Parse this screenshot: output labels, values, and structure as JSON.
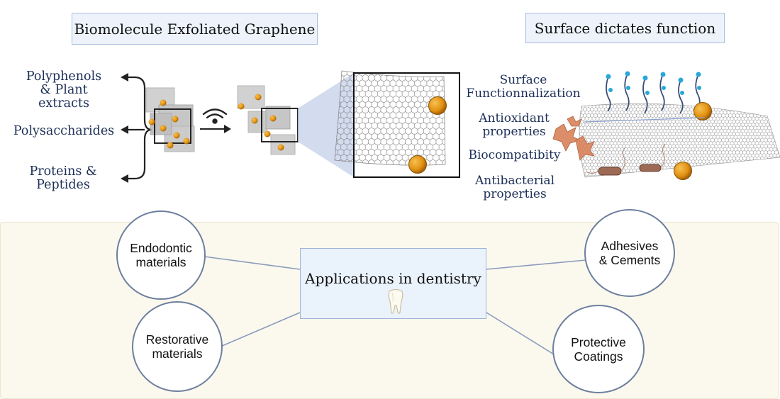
{
  "titles": {
    "left": "Biomolecule Exfoliated Graphene",
    "right": "Surface dictates function"
  },
  "sources": {
    "polyphenols": "Polyphenols\n& Plant\nextracts",
    "polysaccharides": "Polysaccharides",
    "proteins": "Proteins &\nPeptides"
  },
  "properties": {
    "surface": "Surface\nFunctionnalization",
    "antioxidant": "Antioxidant\nproperties",
    "biocompat": "Biocompatibity",
    "antibacterial": "Antibacterial\nproperties"
  },
  "applications": {
    "center": "Applications in dentistry",
    "endodontic": "Endodontic\nmaterials",
    "restorative": "Restorative\nmaterials",
    "adhesives": "Adhesives\n& Cements",
    "protective": "Protective\nCoatings"
  },
  "colors": {
    "text_navy": "#1c2f57",
    "particle": "#e0900f",
    "title_fill": "#eef3fb",
    "panel_fill": "#fbf8ee",
    "bacteria": "#9c6a55",
    "antioxidant": "#d9825a",
    "molecule": "#2aa8d8"
  },
  "icons": [
    "wifi-icon",
    "tooth-icon"
  ]
}
